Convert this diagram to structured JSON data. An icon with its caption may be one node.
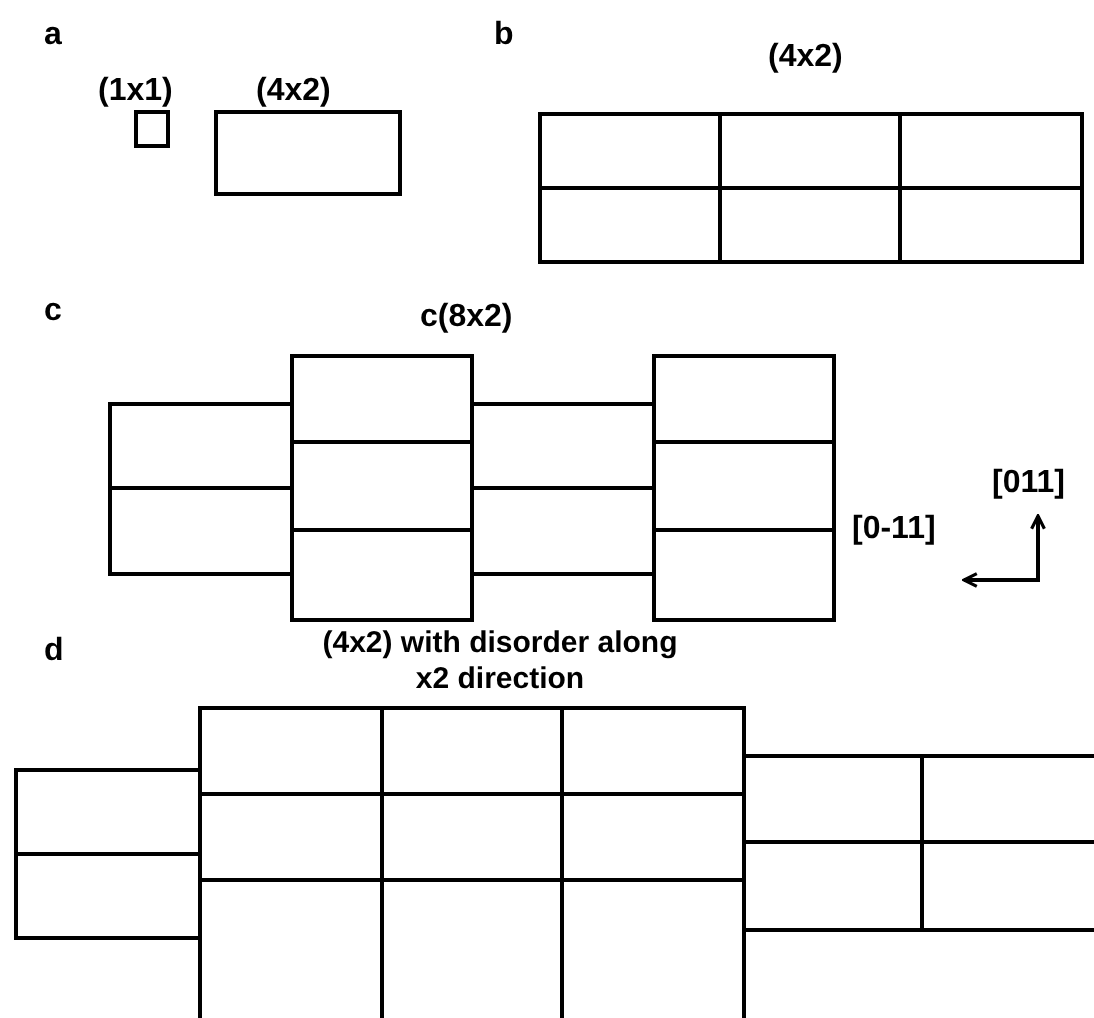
{
  "diagram": {
    "labels": [
      "a",
      "(1x1)",
      "(4x2)",
      "b",
      "(4x2)",
      "c",
      "c(8x2)",
      "[011]",
      "[0-11]",
      "d",
      "(4x2) with disorder along x2 direction"
    ]
  }
}
